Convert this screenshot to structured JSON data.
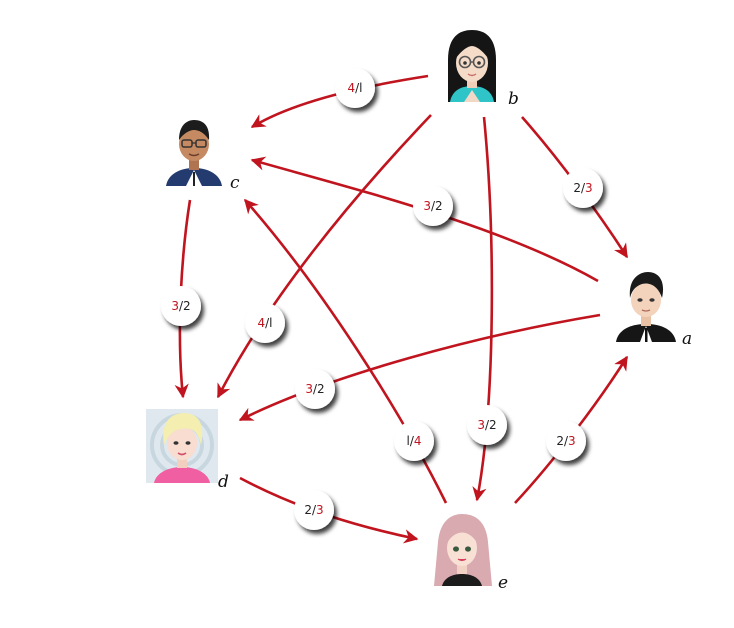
{
  "nodes": [
    {
      "id": "a",
      "label": "a",
      "avatar": "man-dark-hair-suit"
    },
    {
      "id": "b",
      "label": "b",
      "avatar": "woman-long-black-hair-glasses"
    },
    {
      "id": "c",
      "label": "c",
      "avatar": "man-glasses-vest"
    },
    {
      "id": "d",
      "label": "d",
      "avatar": "woman-short-blonde-hair"
    },
    {
      "id": "e",
      "label": "e",
      "avatar": "woman-pink-hair"
    }
  ],
  "edges": [
    {
      "id": "b-c",
      "from": "b",
      "to": "c",
      "weight": {
        "num": "4",
        "den": "l",
        "highlight": "num"
      }
    },
    {
      "id": "b-a",
      "from": "b",
      "to": "a",
      "weight": {
        "num": "2",
        "den": "3",
        "highlight": "den"
      }
    },
    {
      "id": "a-c",
      "from": "a",
      "to": "c",
      "weight": {
        "num": "3",
        "den": "2",
        "highlight": "num"
      }
    },
    {
      "id": "b-d",
      "from": "b",
      "to": "d",
      "weight": {
        "num": "4",
        "den": "l",
        "highlight": "num"
      }
    },
    {
      "id": "c-d",
      "from": "c",
      "to": "d",
      "weight": {
        "num": "3",
        "den": "2",
        "highlight": "num"
      }
    },
    {
      "id": "a-d",
      "from": "a",
      "to": "d",
      "weight": {
        "num": "3",
        "den": "2",
        "highlight": "num"
      }
    },
    {
      "id": "e-c",
      "from": "e",
      "to": "c",
      "weight": {
        "num": "l",
        "den": "4",
        "highlight": "den"
      }
    },
    {
      "id": "b-e",
      "from": "b",
      "to": "e",
      "weight": {
        "num": "3",
        "den": "2",
        "highlight": "num"
      }
    },
    {
      "id": "e-a",
      "from": "e",
      "to": "a",
      "weight": {
        "num": "2",
        "den": "3",
        "highlight": "den"
      }
    },
    {
      "id": "d-e",
      "from": "d",
      "to": "e",
      "weight": {
        "num": "2",
        "den": "3",
        "highlight": "den"
      }
    }
  ],
  "colors": {
    "edge": "#c0141e",
    "highlight": "#c0141e",
    "text": "#222222"
  }
}
